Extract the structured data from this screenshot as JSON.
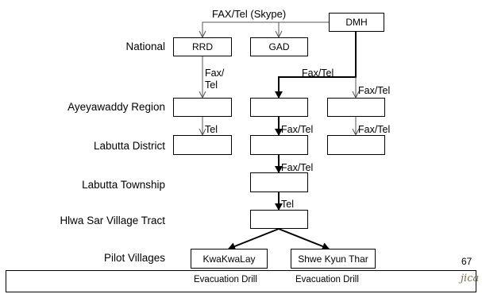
{
  "levels": {
    "national": "National",
    "region": "Ayeyawaddy Region",
    "district": "Labutta District",
    "township": "Labutta Township",
    "village_tract": "Hlwa Sar Village Tract",
    "pilot_villages": "Pilot Villages"
  },
  "nodes": {
    "dmh": "DMH",
    "rrd": "RRD",
    "gad": "GAD",
    "kwakwalay": "KwaKwaLay",
    "shwe_kyun_thar": "Shwe Kyun Thar"
  },
  "edge_labels": {
    "fax_tel_skype": "FAX/Tel (Skype)",
    "rrd_fax": "Fax/",
    "rrd_tel": "Tel",
    "dmh_mid_fax_tel": "Fax/Tel",
    "dmh_right_fax_tel": "Fax/Tel",
    "region_left_tel": "Tel",
    "region_mid_fax_tel": "Fax/Tel",
    "region_right_fax_tel": "Fax/Tel",
    "district_fax_tel": "Fax/Tel",
    "township_tel": "Tel"
  },
  "bottom": {
    "drill_left": "Evacuation Drill",
    "drill_right": "Evacuation Drill"
  },
  "page_number": "67",
  "logo_text": "jica"
}
